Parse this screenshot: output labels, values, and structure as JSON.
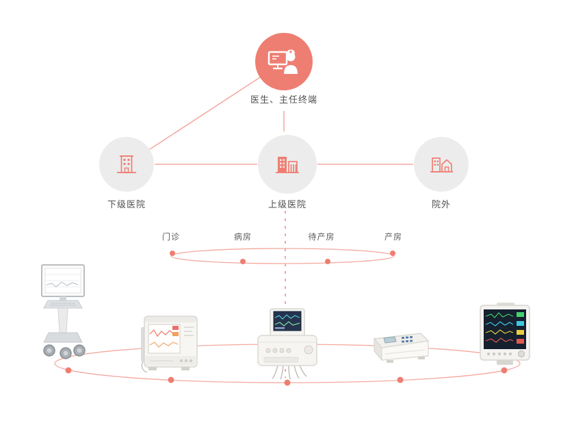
{
  "colors": {
    "accent": "#ee7e72",
    "connector": "#f3a89e",
    "node_background": "#ececec",
    "text": "#4f4f4f"
  },
  "nodes": {
    "terminal": {
      "label": "医生、主任终端",
      "icon": "doctor-computer-icon"
    },
    "lower_hospital": {
      "label": "下级医院",
      "icon": "hospital-building-icon"
    },
    "upper_hospital": {
      "label": "上级医院",
      "icon": "hospital-buildings-icon"
    },
    "outside": {
      "label": "院外",
      "icon": "home-building-icon"
    }
  },
  "departments": [
    {
      "label": "门诊"
    },
    {
      "label": "病房"
    },
    {
      "label": "待产房"
    },
    {
      "label": "产房"
    }
  ],
  "devices": [
    {
      "name": "ultrasound-trolley"
    },
    {
      "name": "fetal-monitor-display"
    },
    {
      "name": "fetal-monitor-desktop"
    },
    {
      "name": "fetal-monitor-portable"
    },
    {
      "name": "patient-monitor"
    }
  ]
}
